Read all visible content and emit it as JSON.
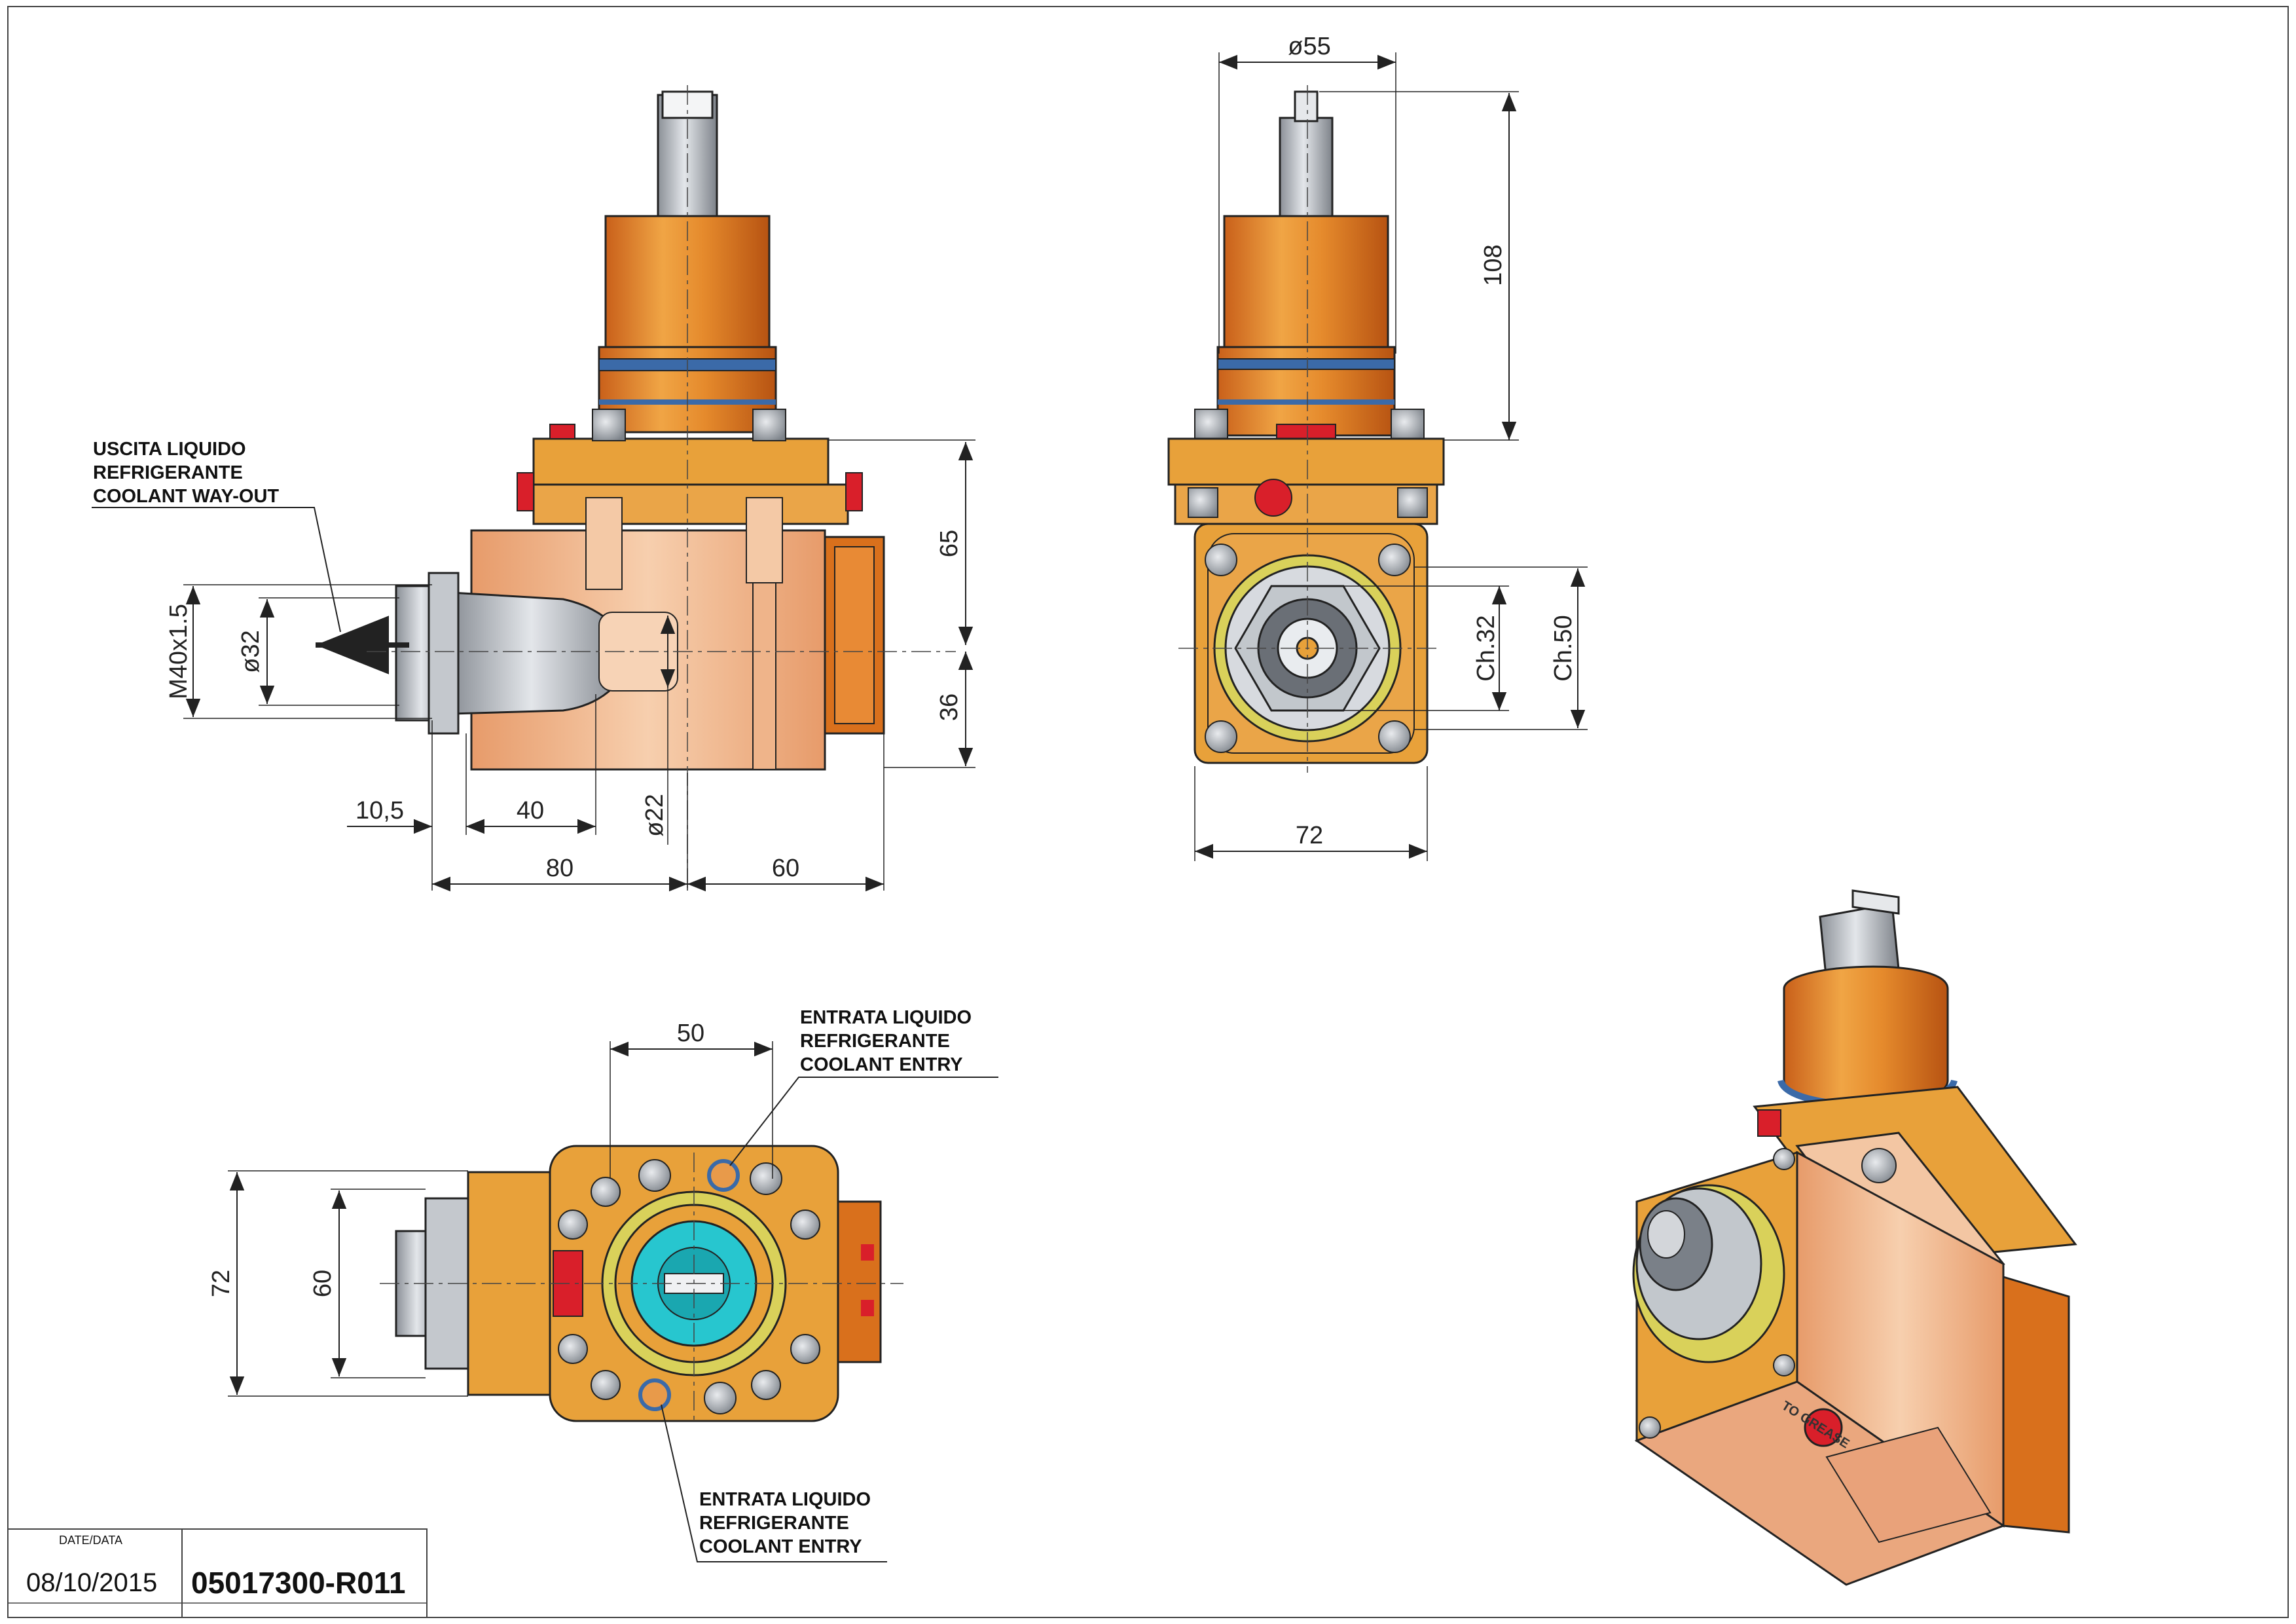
{
  "colors": {
    "body_orange": "#e8a13a",
    "deep_orange": "#d9701c",
    "housing_copper": "#e9a27a",
    "light_copper": "#f3c6a3",
    "steel_grey": "#a9aeb4",
    "oring_blue": "#3b6aa8",
    "screw_grey": "#8d9298",
    "marker_red": "#d91f2a",
    "coolant_cyan": "#27c6cf",
    "line_black": "#222222"
  },
  "callouts": {
    "coolant_out": [
      "USCITA LIQUIDO",
      "REFRIGERANTE",
      "COOLANT WAY-OUT"
    ],
    "coolant_entry_top": [
      "ENTRATA LIQUIDO",
      "REFRIGERANTE",
      "COOLANT ENTRY"
    ],
    "coolant_entry_bottom": [
      "ENTRATA LIQUIDO",
      "REFRIGERANTE",
      "COOLANT ENTRY"
    ]
  },
  "dimensions": {
    "side_view": {
      "height_upper": "65",
      "height_lower": "36",
      "thread": "M40x1.5",
      "dia_nose": "ø32",
      "dia_bore": "ø22",
      "offset_10_5": "10,5",
      "length_40": "40",
      "length_80": "80",
      "length_60": "60"
    },
    "front_view": {
      "dia_top": "ø55",
      "height_108": "108",
      "chamfer_32": "Ch.32",
      "chamfer_50": "Ch.50",
      "width_72": "72"
    },
    "bottom_view": {
      "spacing_50": "50",
      "height_72": "72",
      "height_60": "60"
    }
  },
  "iso_view": {
    "engraving": "TO GREASE"
  },
  "title_block": {
    "date_label": "DATE/DATA",
    "date": "08/10/2015",
    "code": "05017300-R011"
  }
}
